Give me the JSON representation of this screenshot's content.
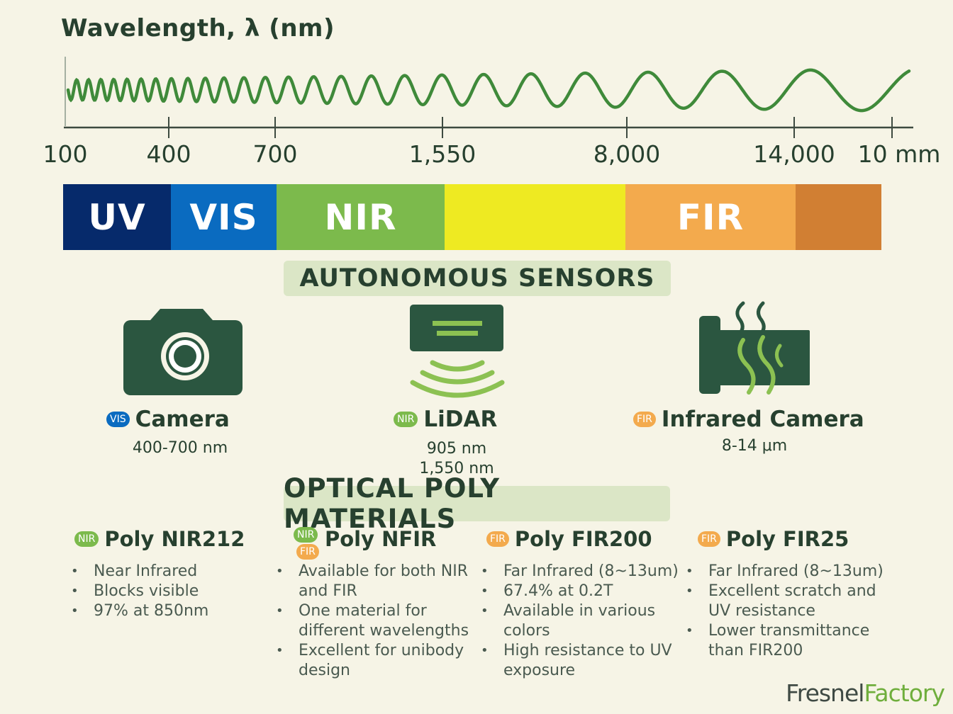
{
  "title": "Wavelength, λ (nm)",
  "axis_ticks": [
    "100",
    "400",
    "700",
    "1,550",
    "8,000",
    "14,000",
    "10 mm"
  ],
  "bands": [
    {
      "label": "UV",
      "color": "#062a6b"
    },
    {
      "label": "VIS",
      "color": "#0a6bc0"
    },
    {
      "label": "NIR",
      "color": "#7cba4c"
    },
    {
      "label": "",
      "color": "#eeea22"
    },
    {
      "label": "FIR",
      "color": "#f3aa4d"
    },
    {
      "label": "",
      "color": "#d17f33"
    }
  ],
  "colors": {
    "accent_dark_green": "#27402f",
    "wave_green": "#3f8a3a",
    "vis_badge": "#0a6bc0",
    "nir_badge": "#7cba4c",
    "fir_badge": "#f3aa4d",
    "header_bg": "#dbe6c6"
  },
  "sensors_header": "AUTONOMOUS SENSORS",
  "sensors": [
    {
      "badge": "VIS",
      "name": "Camera",
      "specs": [
        "400-700 nm"
      ],
      "icon": "camera-icon"
    },
    {
      "badge": "NIR",
      "name": "LiDAR",
      "specs": [
        "905 nm",
        "1,550 nm"
      ],
      "icon": "lidar-icon"
    },
    {
      "badge": "FIR",
      "name": "Infrared Camera",
      "specs": [
        "8-14 μm"
      ],
      "icon": "infrared-camera-icon"
    }
  ],
  "materials_header": "OPTICAL POLY MATERIALS",
  "materials": [
    {
      "badges": [
        "NIR"
      ],
      "name": "Poly NIR212",
      "bullets": [
        "Near Infrared",
        "Blocks visible",
        "97% at 850nm"
      ]
    },
    {
      "badges": [
        "NIR",
        "FIR"
      ],
      "name": "Poly NFIR",
      "bullets": [
        "Available for both NIR and FIR",
        "One material for different wavelengths",
        "Excellent for unibody design"
      ]
    },
    {
      "badges": [
        "FIR"
      ],
      "name": "Poly FIR200",
      "bullets": [
        "Far Infrared (8~13um)",
        "67.4% at 0.2T",
        "Available in various colors",
        "High resistance to UV exposure"
      ]
    },
    {
      "badges": [
        "FIR"
      ],
      "name": "Poly FIR25",
      "bullets": [
        "Far Infrared (8~13um)",
        "Excellent scratch and UV resistance",
        "Lower transmittance than FIR200"
      ]
    }
  ],
  "logo": {
    "part1": "Fresnel",
    "part2": "Factory"
  }
}
